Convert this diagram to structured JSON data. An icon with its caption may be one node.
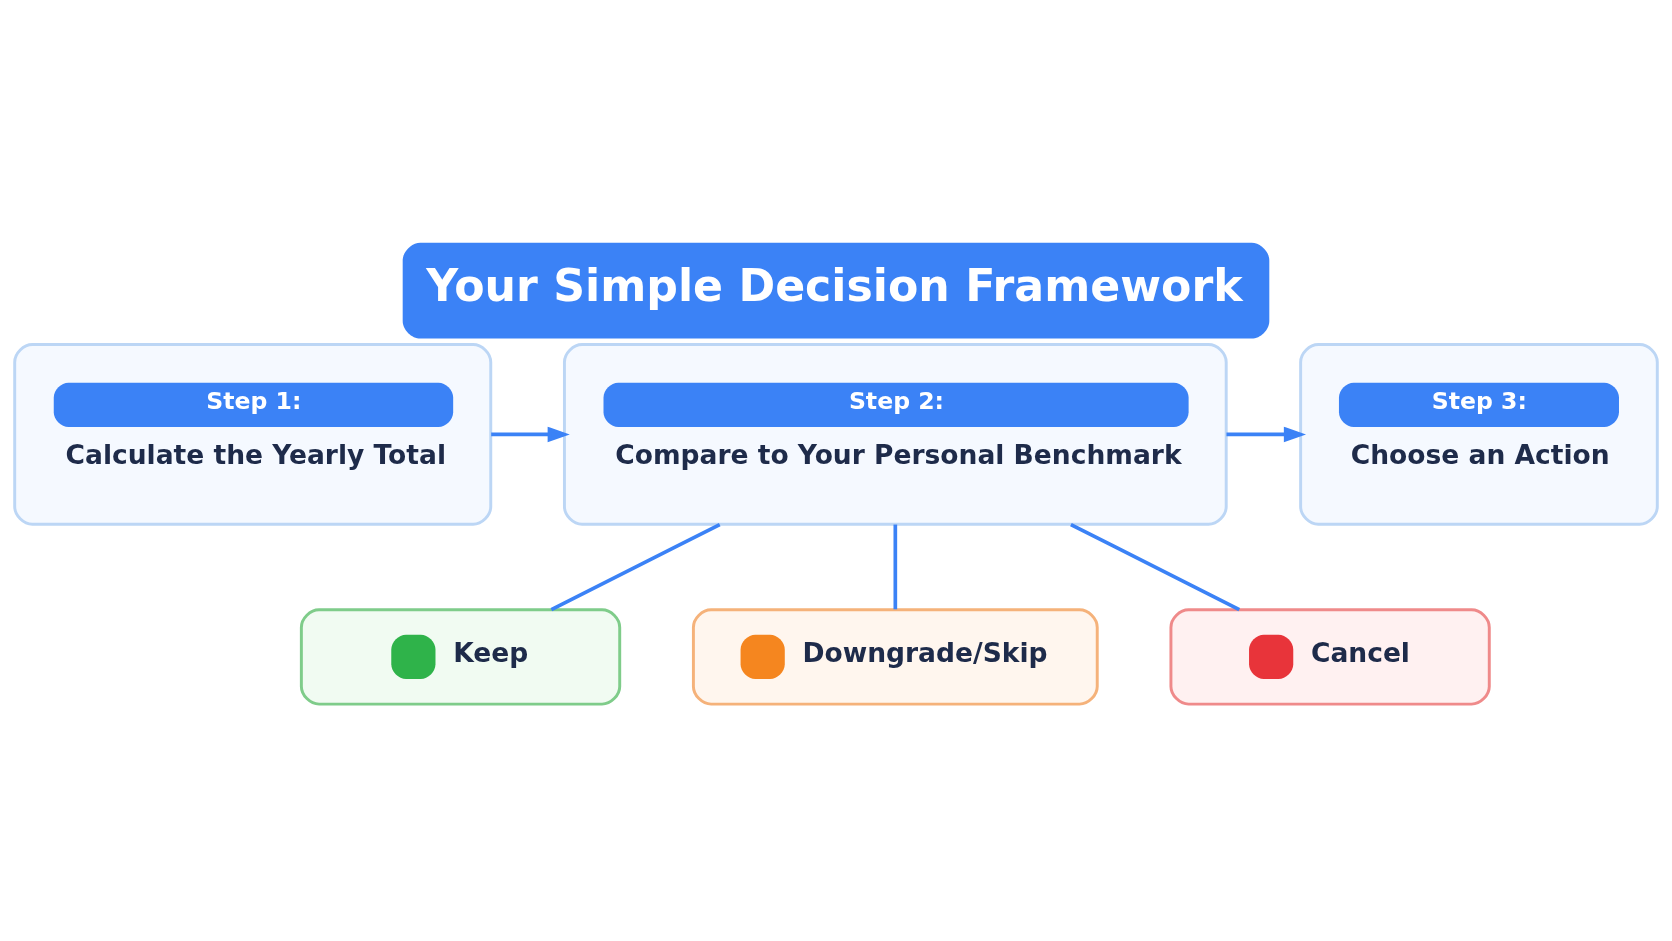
{
  "diagram": {
    "title": "Your Simple Decision Framework",
    "nodes": [
      {
        "text": [
          "Step 1:",
          "Calculate the Yearly Total"
        ]
      },
      {
        "text": [
          "Step 2:",
          "Compare to Your Personal Benchmark"
        ]
      },
      {
        "text": [
          "Step 3:",
          "Choose an Action"
        ]
      },
      {
        "text": [
          "Keep"
        ]
      },
      {
        "text": [
          "Downgrade/Skip"
        ]
      },
      {
        "text": [
          "Cancel"
        ]
      }
    ],
    "edges": [
      {
        "from": 0,
        "to": 1,
        "arrow": "to"
      },
      {
        "from": 1,
        "to": 2,
        "arrow": "to"
      },
      {
        "from": 1,
        "to": 3,
        "arrow": "none"
      },
      {
        "from": 1,
        "to": 4,
        "arrow": "none"
      },
      {
        "from": 1,
        "to": 5,
        "arrow": "none"
      }
    ]
  }
}
